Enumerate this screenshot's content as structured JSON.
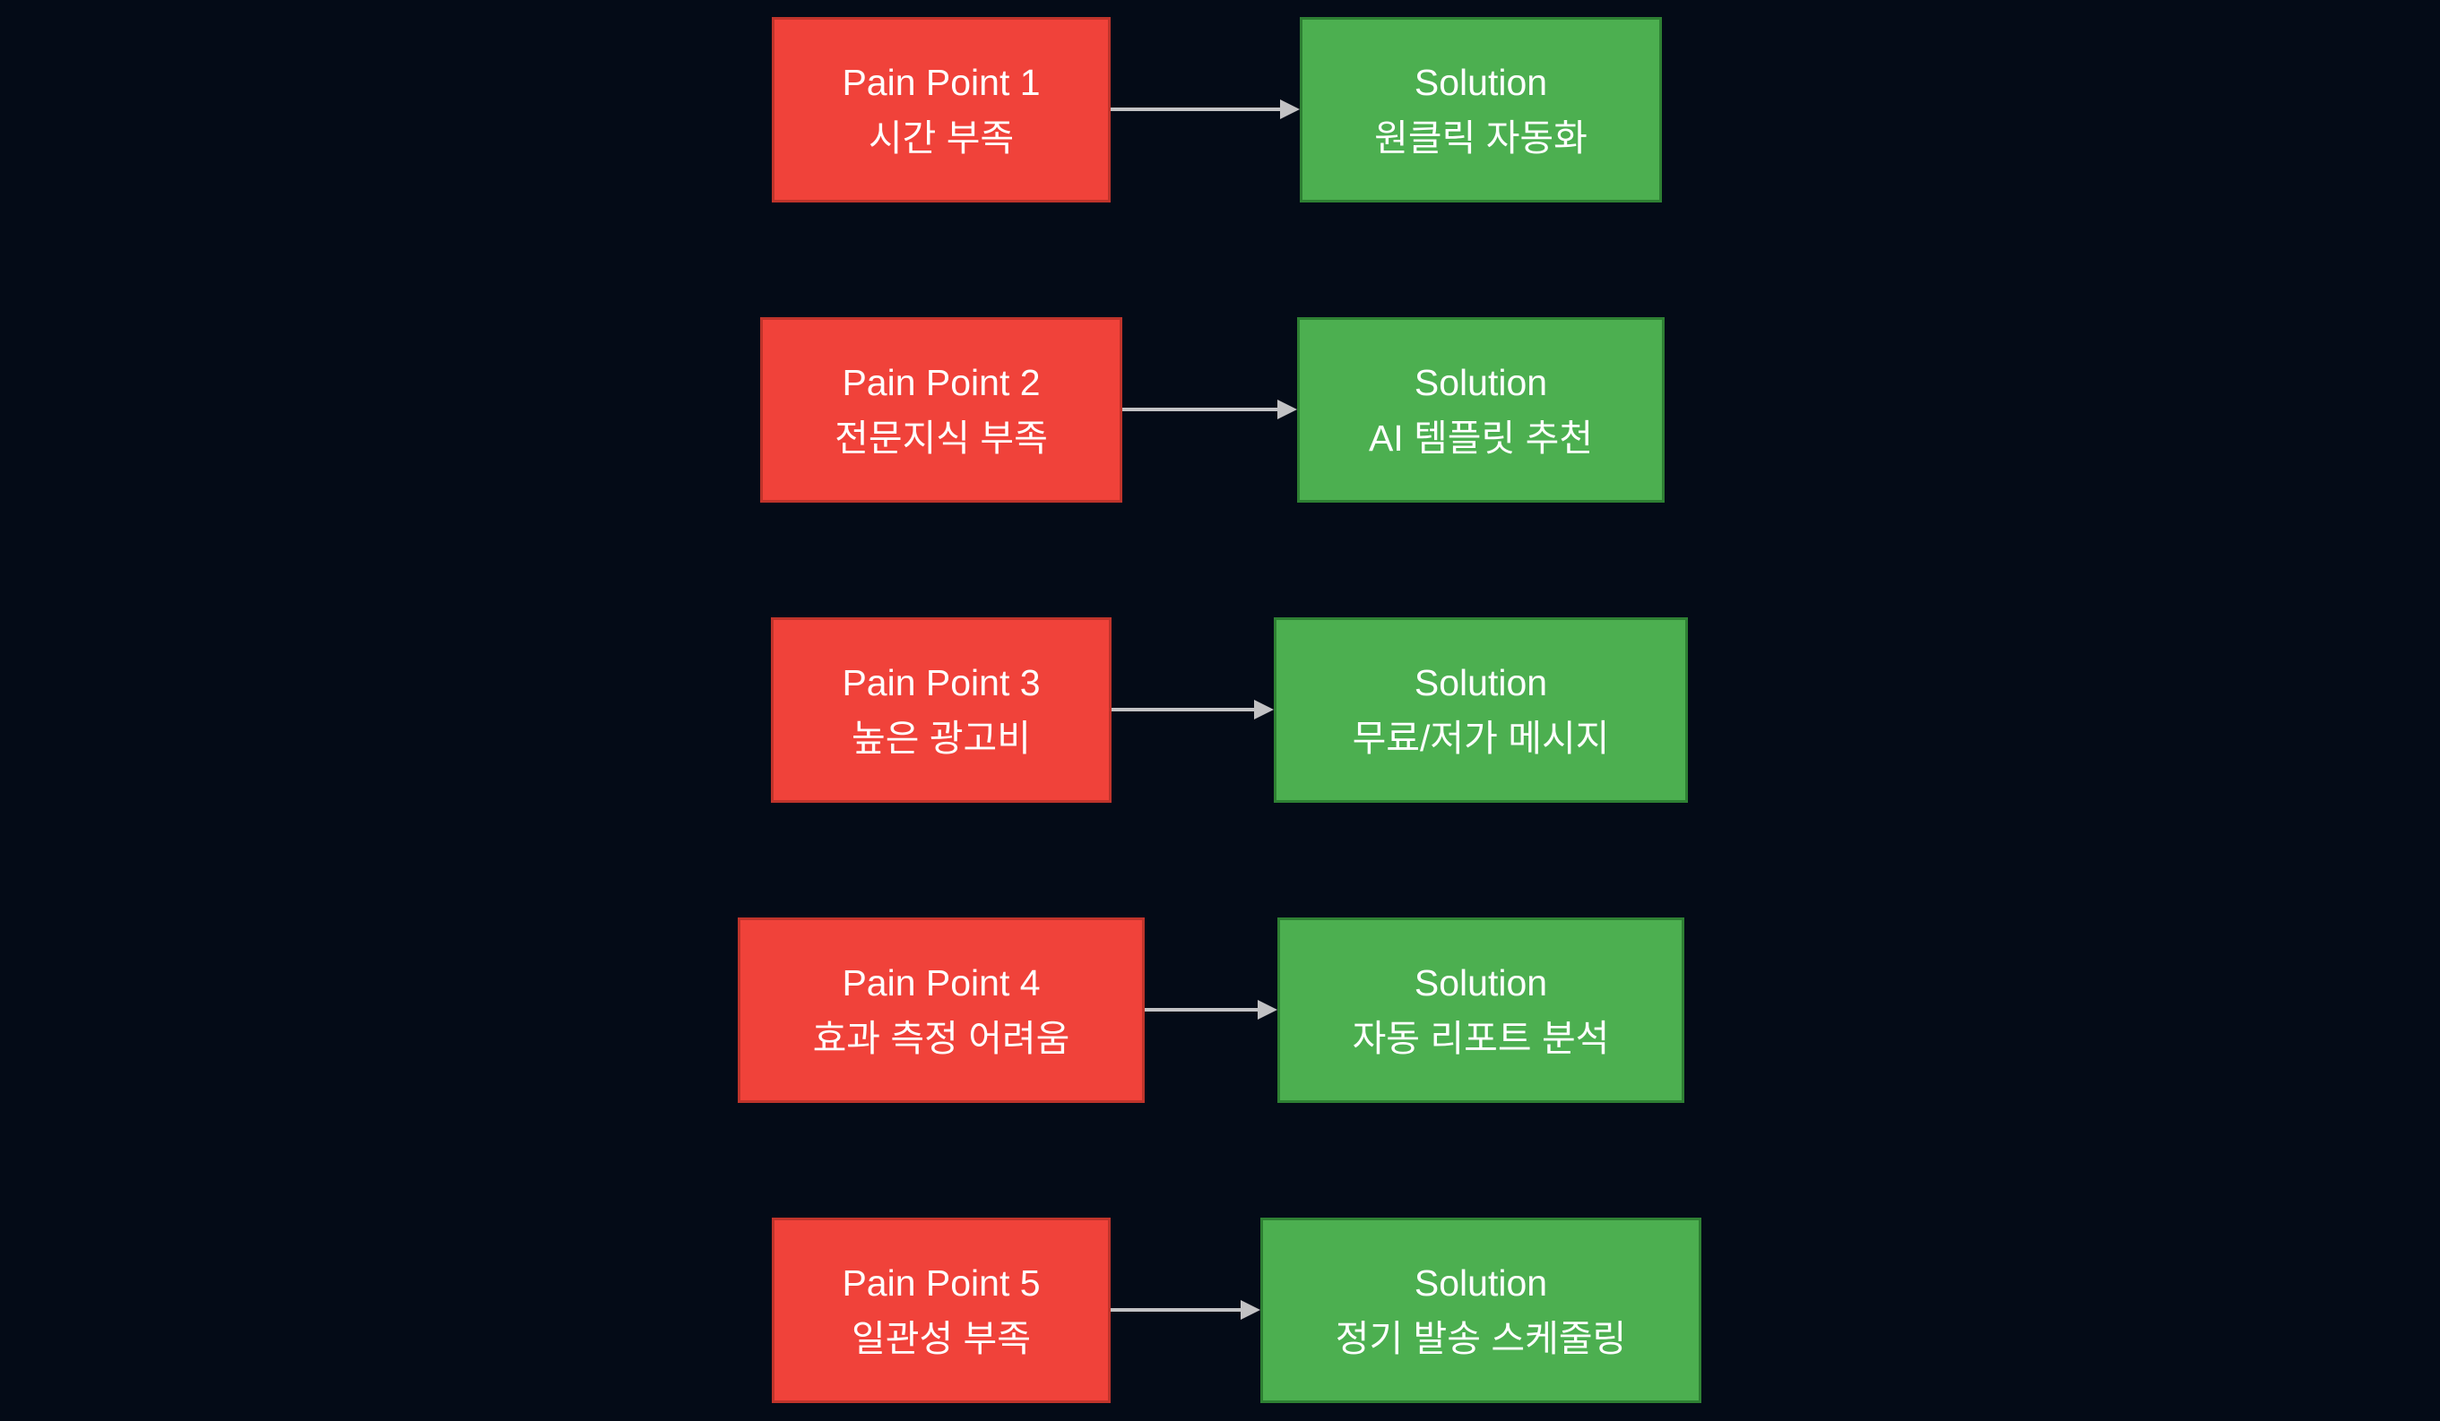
{
  "diagram": {
    "rows": [
      {
        "pain": {
          "title": "Pain Point 1",
          "label": "시간 부족"
        },
        "solution": {
          "title": "Solution",
          "label": "원클릭 자동화"
        }
      },
      {
        "pain": {
          "title": "Pain Point 2",
          "label": "전문지식 부족"
        },
        "solution": {
          "title": "Solution",
          "label": "AI 템플릿 추천"
        }
      },
      {
        "pain": {
          "title": "Pain Point 3",
          "label": "높은 광고비"
        },
        "solution": {
          "title": "Solution",
          "label": "무료/저가 메시지"
        }
      },
      {
        "pain": {
          "title": "Pain Point 4",
          "label": "효과 측정 어려움"
        },
        "solution": {
          "title": "Solution",
          "label": "자동 리포트 분석"
        }
      },
      {
        "pain": {
          "title": "Pain Point 5",
          "label": "일관성 부족"
        },
        "solution": {
          "title": "Solution",
          "label": "정기 발송 스케줄링"
        }
      }
    ],
    "colors": {
      "background": "#040b17",
      "pain_fill": "#f0423a",
      "pain_border": "#bf342b",
      "solution_fill": "#4caf50",
      "solution_border": "#2e8033",
      "arrow": "#c2c2c4",
      "text": "#ffffff"
    }
  }
}
